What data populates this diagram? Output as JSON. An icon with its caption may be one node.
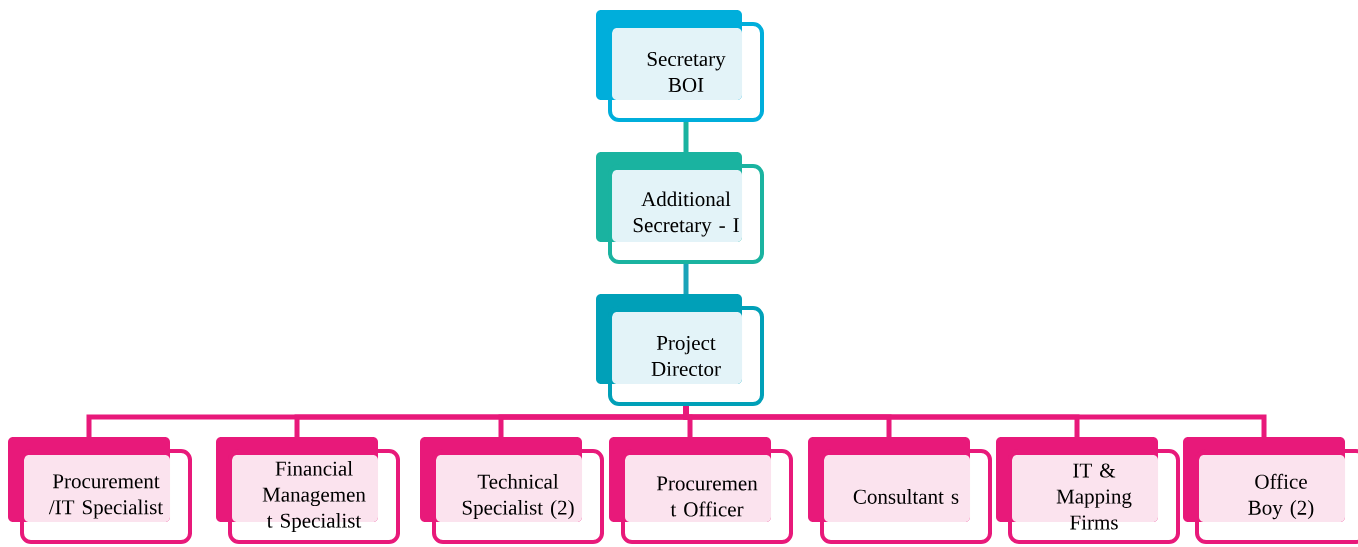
{
  "diagram": {
    "nodes": [
      {
        "text": [
          "Secretary BOI"
        ]
      },
      {
        "text": [
          "Additional Secretary - I"
        ]
      },
      {
        "text": [
          "Project Director"
        ]
      },
      {
        "text": [
          "Procurement /IT Specialist"
        ]
      },
      {
        "text": [
          "Financial Managemen t Specialist"
        ]
      },
      {
        "text": [
          "Technical Specialist (2)"
        ]
      },
      {
        "text": [
          "Procuremen t Officer"
        ]
      },
      {
        "text": [
          "Consultant s"
        ]
      },
      {
        "text": [
          "IT & Mapping Firms"
        ]
      },
      {
        "text": [
          "Office Boy (2)"
        ]
      }
    ],
    "edges": [
      {
        "from": 0,
        "to": 1,
        "arrow": "none",
        "color": "#1ab3a0"
      },
      {
        "from": 1,
        "to": 2,
        "arrow": "none",
        "color": "#1aa3b8"
      },
      {
        "from": 2,
        "to": 3,
        "arrow": "none"
      },
      {
        "from": 2,
        "to": 4,
        "arrow": "none"
      },
      {
        "from": 2,
        "to": 5,
        "arrow": "none"
      },
      {
        "from": 2,
        "to": 6,
        "arrow": "none"
      },
      {
        "from": 2,
        "to": 7,
        "arrow": "none"
      },
      {
        "from": 2,
        "to": 8,
        "arrow": "none"
      },
      {
        "from": 2,
        "to": 9,
        "arrow": "none"
      }
    ]
  }
}
